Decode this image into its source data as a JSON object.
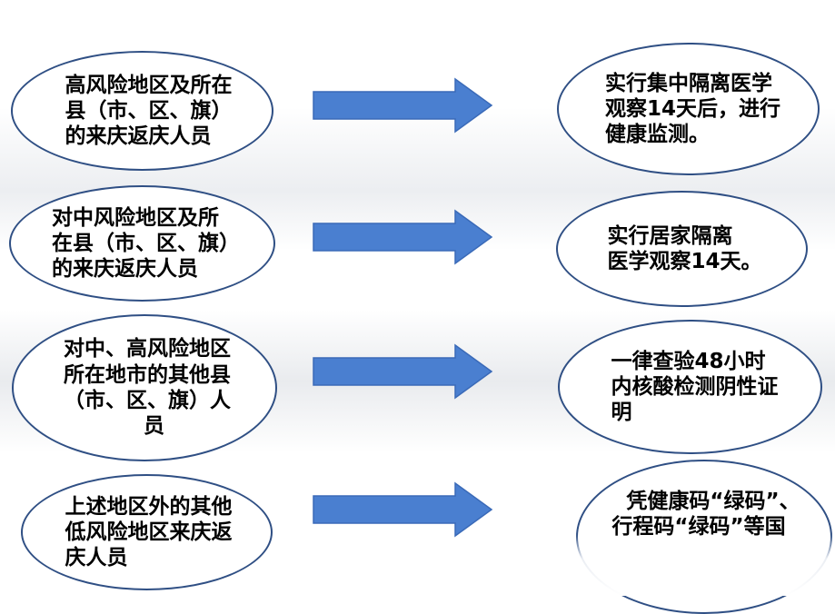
{
  "rows": [
    {
      "left": [
        "高风险地区及所在",
        "县（市、区、旗）",
        "的来庆返庆人员"
      ],
      "right": [
        "实行集中隔离医学",
        "观察14天后，进行",
        "健康监测。"
      ]
    },
    {
      "left": [
        "对中风险地区及所",
        "在县（市、区、旗）",
        "的来庆返庆人员"
      ],
      "right": [
        "实行居家隔离",
        "医学观察14天。"
      ]
    },
    {
      "left": [
        "对中、高风险地区",
        "所在地市的其他县",
        "（市、区、旗）人",
        "员"
      ],
      "right": [
        "一律查验48小时",
        "内核酸检测阴性证",
        "明"
      ]
    },
    {
      "left": [
        "上述地区外的其他",
        "低风险地区来庆返",
        "庆人员"
      ],
      "right": [
        "凭健康码“绿码”、",
        "行程码“绿码”等国"
      ]
    }
  ],
  "colors": {
    "arrow_fill": "#4a7fd0",
    "arrow_stroke": "#3a6ab8",
    "ellipse_border": "#2f4f84"
  }
}
